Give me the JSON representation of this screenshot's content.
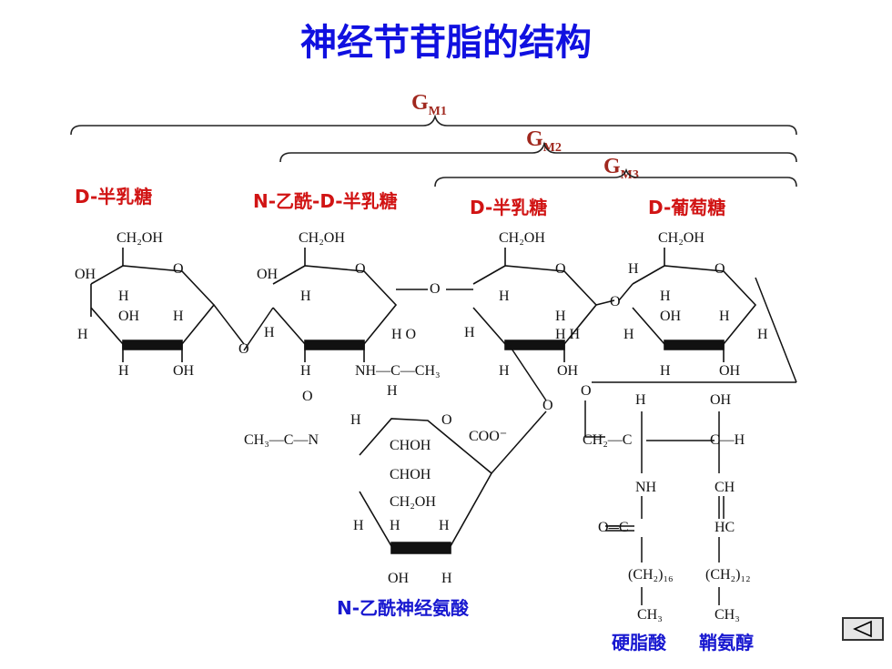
{
  "title": "神经节苷脂的结构",
  "brackets": {
    "gm1": {
      "main": "G",
      "sub": "M1"
    },
    "gm2": {
      "main": "G",
      "sub": "M2"
    },
    "gm3": {
      "main": "G",
      "sub": "M3"
    }
  },
  "sugars": {
    "galactose_1": "D-半乳糖",
    "n_acetylgalactosamine": "N-乙酰-D-半乳糖",
    "galactose_2": "D-半乳糖",
    "glucose": "D-葡萄糖"
  },
  "components": {
    "sialic_acid": "N-乙酰神经氨酸",
    "stearic_acid": "硬脂酸",
    "sphingosine": "鞘氨醇"
  },
  "nav": {
    "back_icon": "triangle-left-icon"
  }
}
